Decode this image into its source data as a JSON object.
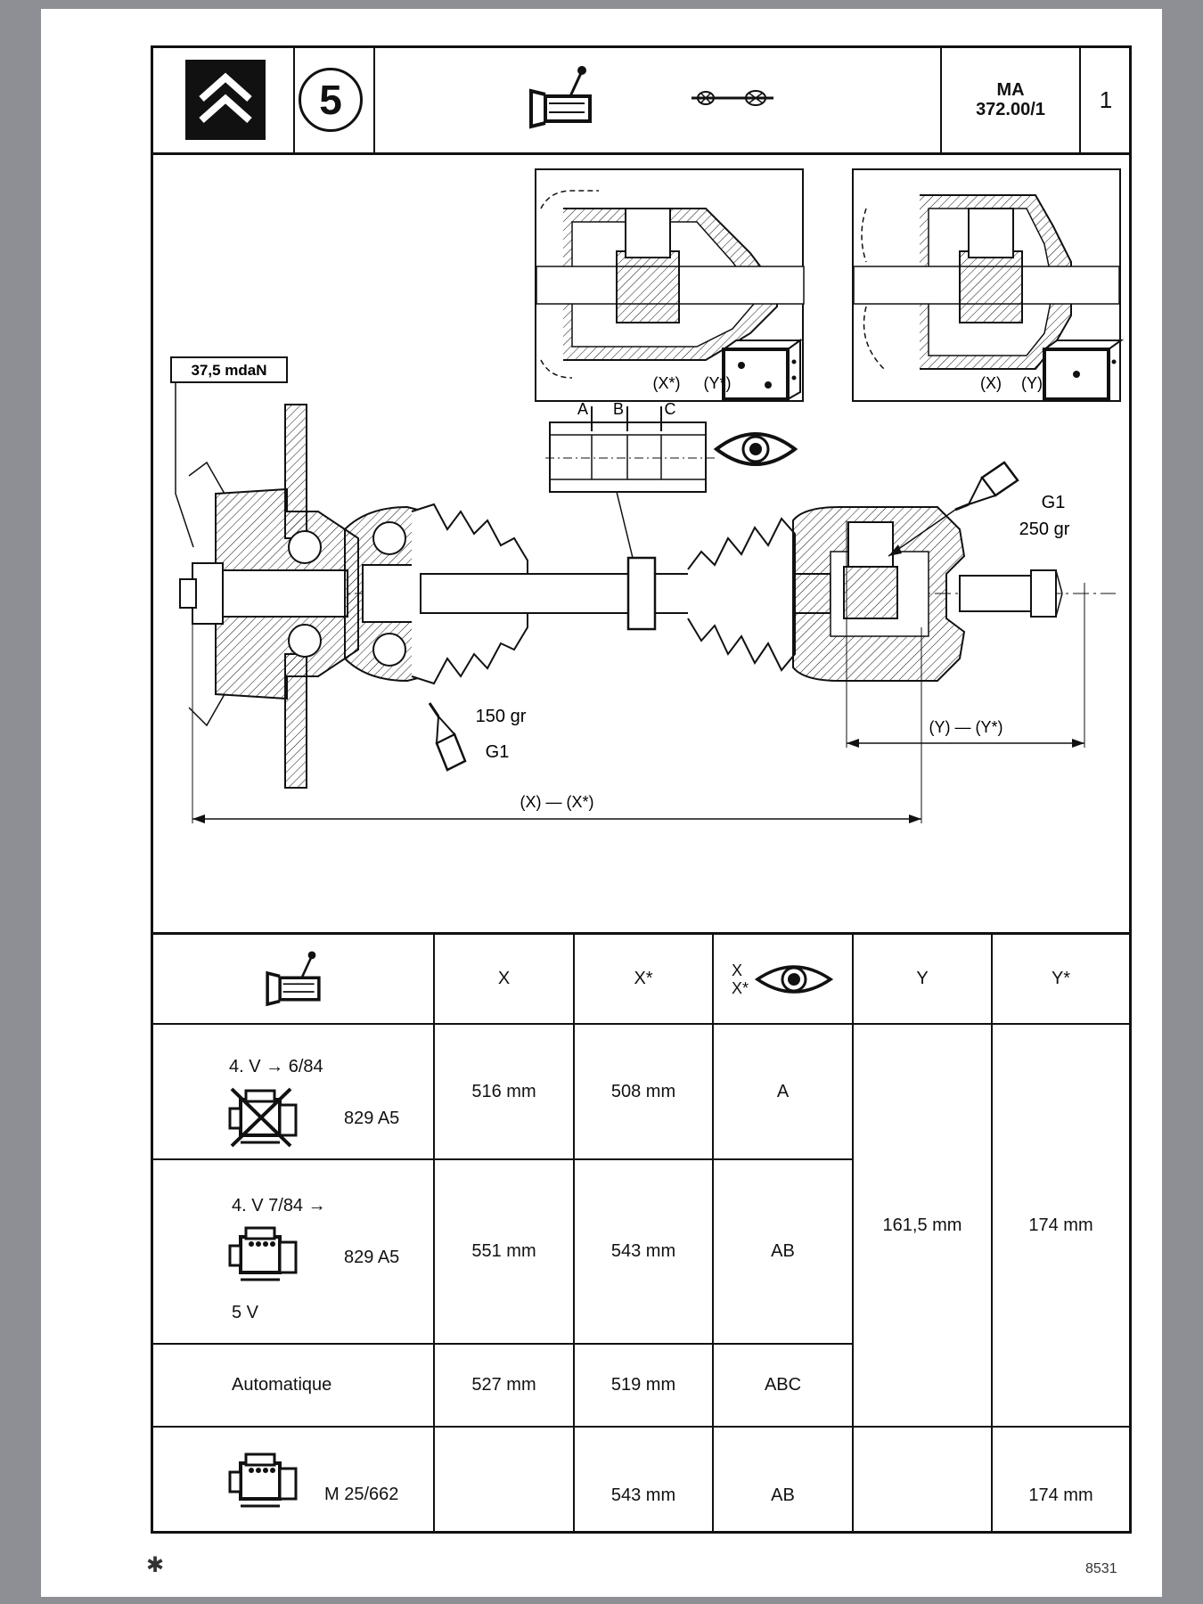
{
  "header": {
    "logo": "citroen-chevrons-logo",
    "group_number": "5",
    "icon_gearbox": "gearbox-icon",
    "icon_driveshaft": "driveshaft-icon",
    "reference_line1": "MA",
    "reference_line2": "372.00/1",
    "sheet_number": "1"
  },
  "diagram": {
    "torque_label": "37,5 mdaN",
    "joint_view_left_labels": [
      "(X*)",
      "(Y*)"
    ],
    "joint_view_right_labels": [
      "(X)",
      "(Y)"
    ],
    "marks": [
      "A",
      "B",
      "C"
    ],
    "grease_right_code": "G1",
    "grease_right_qty": "250 gr",
    "grease_left_qty": "150 gr",
    "grease_left_code": "G1",
    "dim_y": "(Y) — (Y*)",
    "dim_x": "(X) — (X*)"
  },
  "table": {
    "headers": [
      "X",
      "X*",
      "X\nX*",
      "Y",
      "Y*"
    ],
    "rows": [
      {
        "line1": "4. V → 6/84",
        "engine": "829 A5",
        "line3": "",
        "x": "516 mm",
        "xs": "508 mm",
        "mark": "A"
      },
      {
        "line1": "4. V 7/84 →",
        "engine": "829 A5",
        "line3": "5 V",
        "x": "551 mm",
        "xs": "543 mm",
        "mark": "AB"
      },
      {
        "line1": "Automatique",
        "engine": "",
        "line3": "",
        "x": "527 mm",
        "xs": "519 mm",
        "mark": "ABC"
      },
      {
        "line1": "",
        "engine": "M 25/662",
        "line3": "",
        "x": "",
        "xs": "543 mm",
        "mark": "AB"
      }
    ],
    "y_merged": "161,5 mm",
    "ys_merged": "174 mm",
    "last_y": "",
    "last_ys": "174 mm"
  },
  "footer": {
    "left_mark": "✱",
    "right_code": "8531"
  }
}
